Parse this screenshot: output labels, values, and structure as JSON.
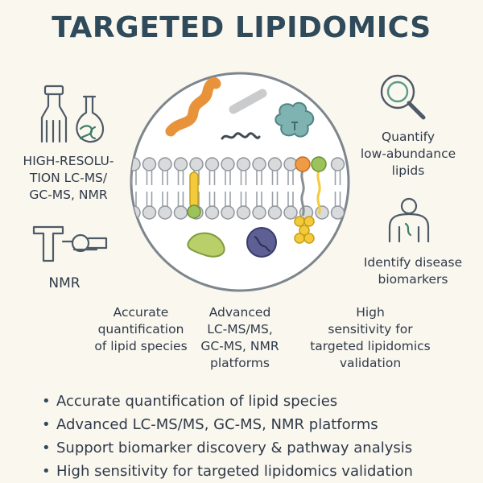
{
  "title": "TARGETED LIPIDOMICS",
  "left": {
    "instrument_label": "HIGH-RESOLU-\nTION LC-MS/\nGC-MS, NMR",
    "nmr_label": "NMR"
  },
  "right": {
    "quantify_label": "Quantify\nlow-abundance\nlipids",
    "identify_label": "Identify disease\nbiomarkers"
  },
  "middle_labels": [
    "Accurate\nquantification\nof lipid species",
    "Advanced\nLC-MS/MS,\nGC-MS, NMR\nplatforms",
    "High\nsensitivity for\ntargeted lipidomics\nvalidation"
  ],
  "bullets": [
    "Accurate quantification of lipid species",
    "Advanced LC-MS/MS, GC-MS, NMR platforms",
    "Support biomarker discovery & pathway analysis",
    "High sensitivity for targeted lipidomics validation"
  ],
  "icons": {
    "lab_equipment": "lab-equipment-icon",
    "nmr_instrument": "nmr-instrument-icon",
    "magnifier": "magnifier-icon",
    "person": "person-biomarker-icon"
  },
  "colors": {
    "title": "#2f4a5a",
    "text": "#2f3a48",
    "background": "#faf7ef",
    "circle_stroke": "#7d858d",
    "head_gray": "#d9dadb",
    "head_green": "#9cc35b",
    "head_orange": "#ef9a45",
    "orange": "#e8933a",
    "teal": "#7fb3b1",
    "yellow": "#f3cb3a",
    "green": "#b9cf6a",
    "purple": "#5d5f95"
  }
}
